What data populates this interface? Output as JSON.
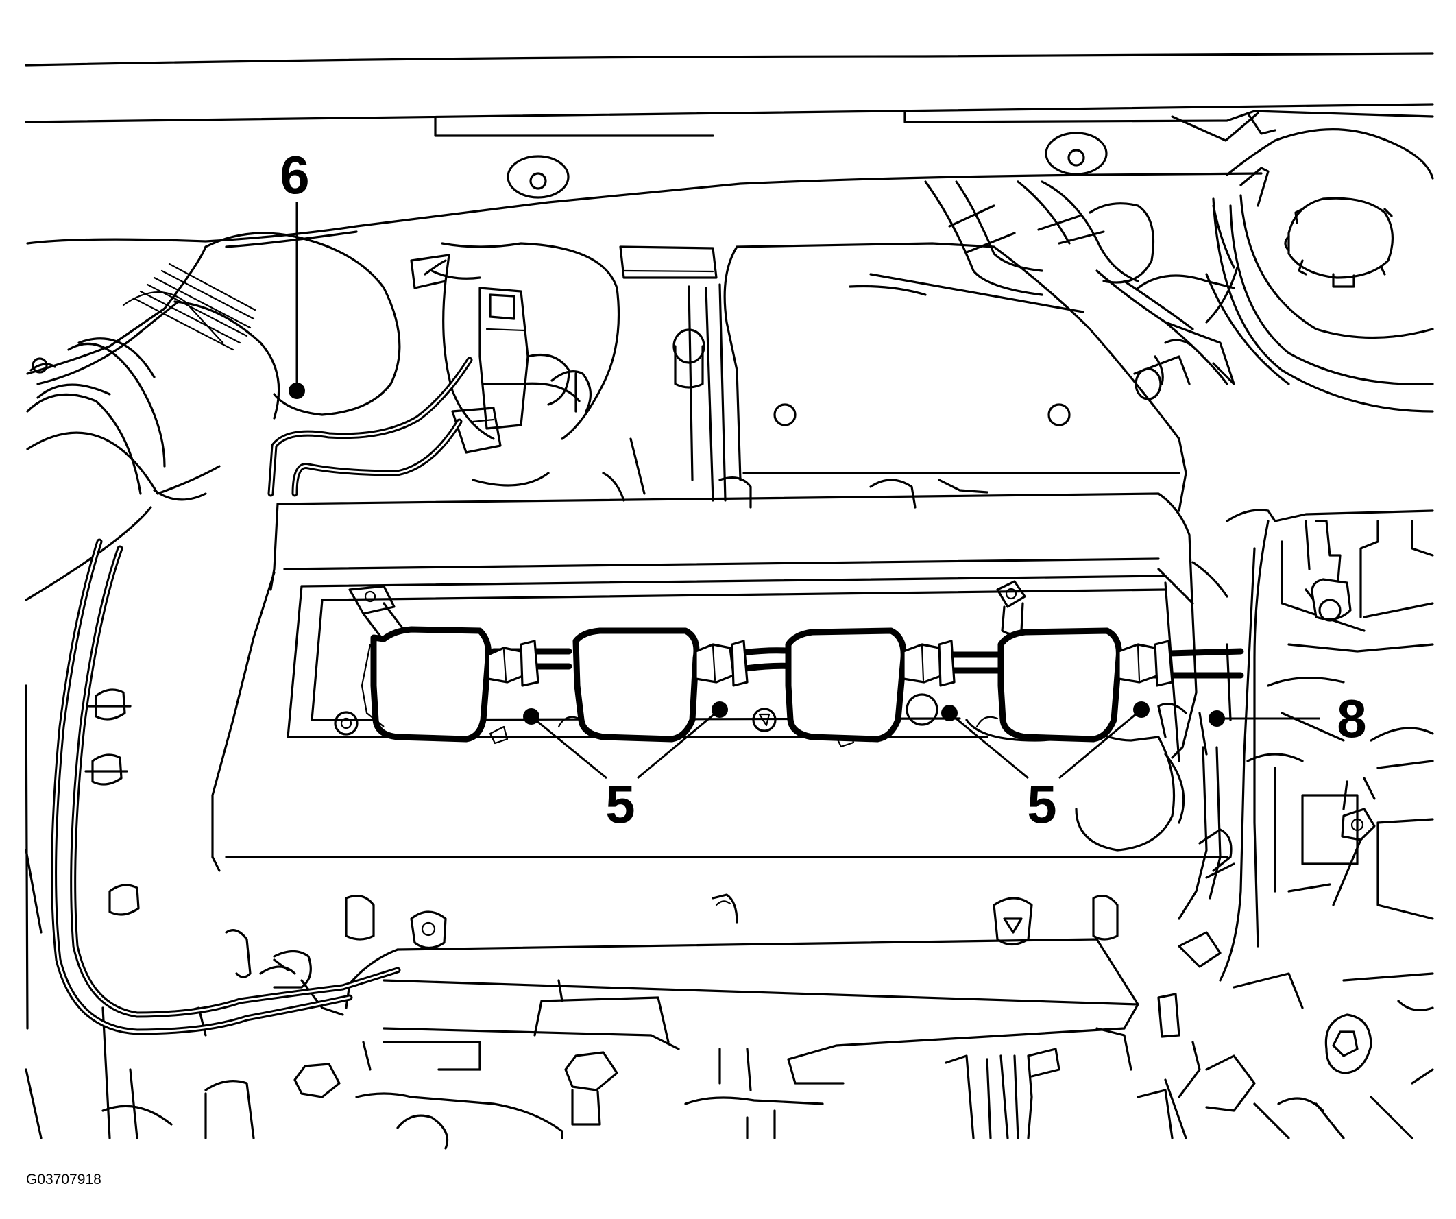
{
  "figure_id": "G03707918",
  "callouts": [
    {
      "id": "callout-6",
      "label": "6"
    },
    {
      "id": "callout-5-left",
      "label": "5"
    },
    {
      "id": "callout-5-right",
      "label": "5"
    },
    {
      "id": "callout-8",
      "label": "8"
    }
  ]
}
